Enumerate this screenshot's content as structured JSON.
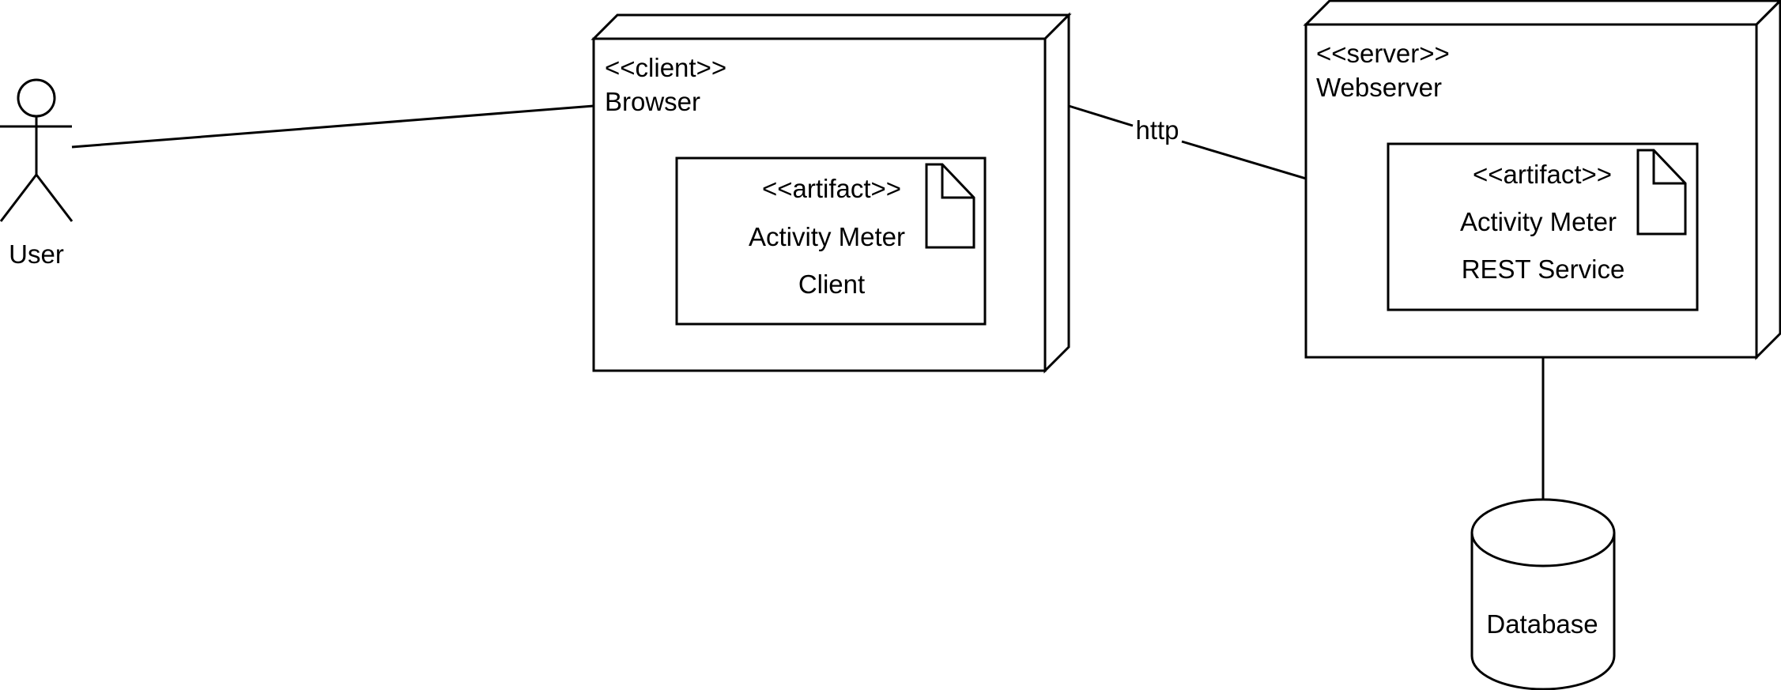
{
  "actor": {
    "label": "User"
  },
  "browser_node": {
    "stereotype": "<<client>>",
    "name": "Browser",
    "artifact": {
      "stereotype": "<<artifact>>",
      "name_line1": "Activity Meter",
      "name_line2": "Client"
    }
  },
  "server_node": {
    "stereotype": "<<server>>",
    "name": "Webserver",
    "artifact": {
      "stereotype": "<<artifact>>",
      "name_line1": "Activity Meter",
      "name_line2": "REST Service"
    }
  },
  "connection": {
    "label": "http"
  },
  "database": {
    "label": "Database"
  }
}
